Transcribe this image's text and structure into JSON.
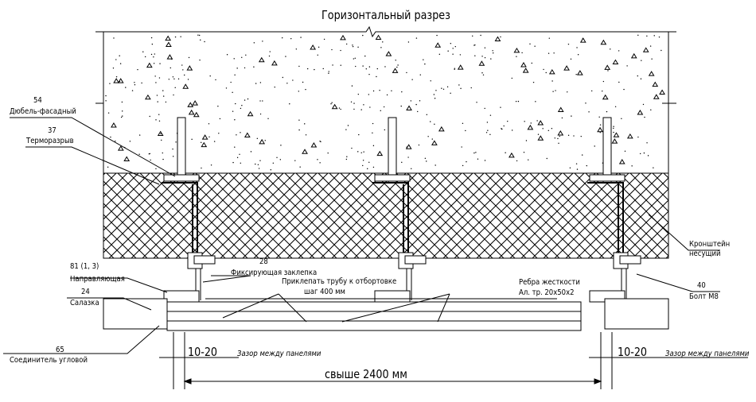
{
  "title": "Горизонтальный разрез",
  "callouts": {
    "dowel": {
      "num": "54",
      "label": "Дюбель-фасадный"
    },
    "thermal_break": {
      "num": "37",
      "label": "Терморазрыв"
    },
    "guide": {
      "num": "81 (1, 3)",
      "label": "Направляющая"
    },
    "slide": {
      "num": "24",
      "label": "Салазка"
    },
    "corner_connector": {
      "num": "65",
      "label": "Соединитель угловой"
    },
    "rivet": {
      "num": "28",
      "label": "Фиксирующая заклепка"
    },
    "bracket": {
      "label_line1": "Кронштейн",
      "label_line2": "несущий"
    },
    "bolt": {
      "num": "40",
      "label": "Болт М8"
    }
  },
  "notes": {
    "rivet_pipe": "Приклепать трубу к отбортовке",
    "pitch": "шаг 400 мм",
    "ribs": "Ребра жесткости",
    "ribs_spec": "Ал. тр. 20х50х2"
  },
  "dimensions": {
    "gap_left_value": "10-20",
    "gap_left_label": "Зазор между панелями",
    "gap_right_value": "10-20",
    "gap_right_label": "Зазор между панелями",
    "span": "свыше 2400 мм"
  }
}
